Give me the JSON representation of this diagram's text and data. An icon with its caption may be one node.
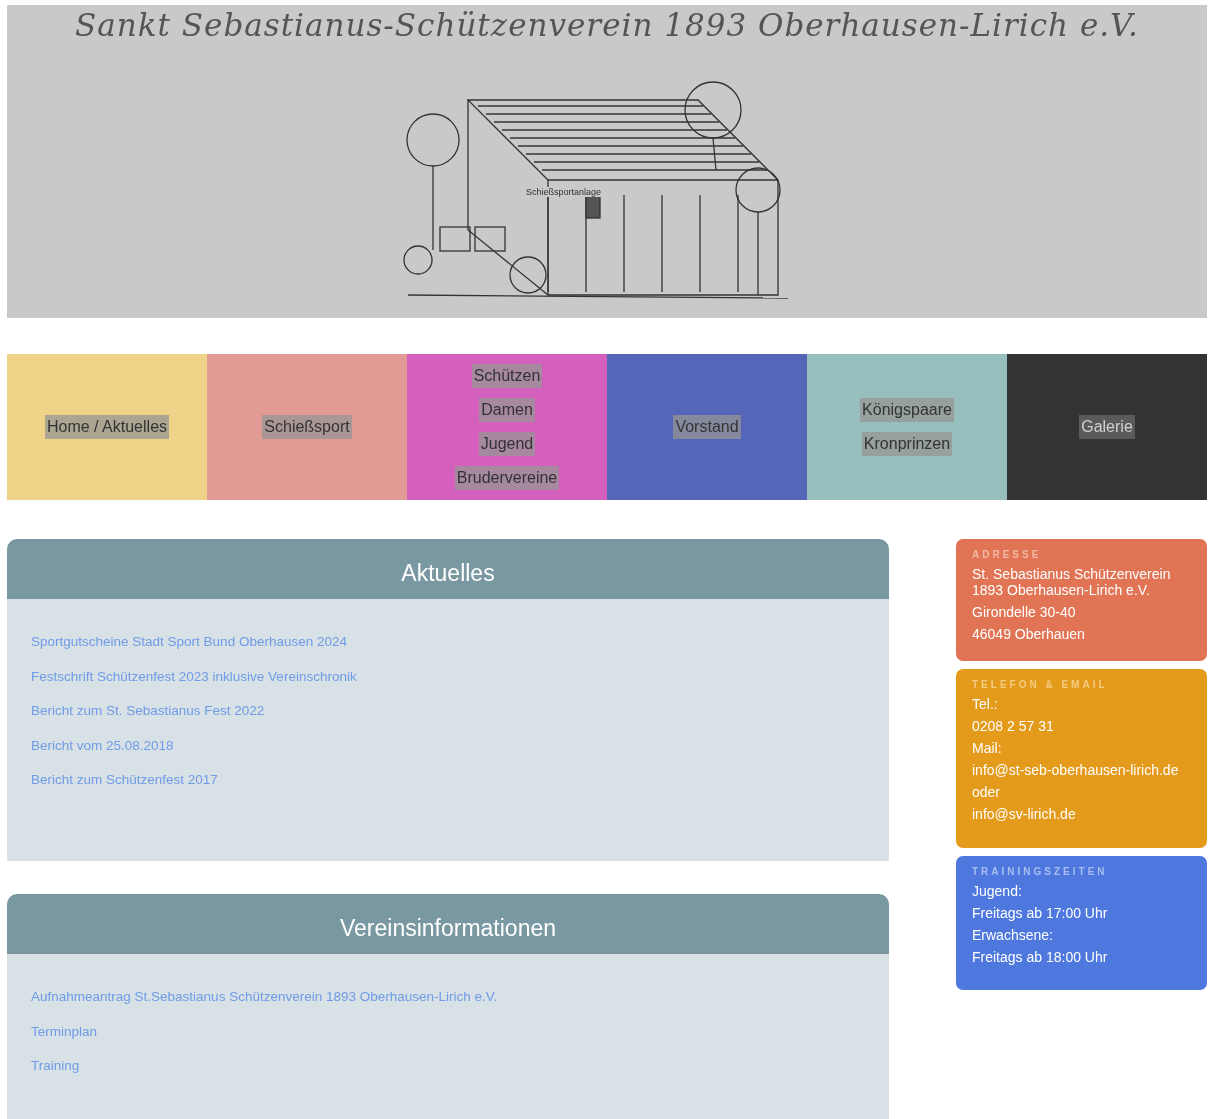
{
  "diagram": {
    "nodes": [
      {
        "text": [
          "Sankt Sebastianus-Schützenverein 1893 Oberhausen-Lirich e.V."
        ]
      },
      {
        "text": [
          "Schießsportanlage"
        ],
        "in": 0
      },
      {
        "text": [
          "Home / Aktuelles"
        ]
      },
      {
        "text": [
          "Schießsport"
        ]
      },
      {
        "text": [
          "Schützen",
          "Damen",
          "Jugend",
          "Brudervereine"
        ]
      },
      {
        "text": [
          "Vorstand"
        ]
      },
      {
        "text": [
          "Königspaare",
          "Kronprinzen"
        ]
      },
      {
        "text": [
          "Galerie"
        ]
      },
      {
        "text": [
          "Aktuelles",
          "Sportgutscheine Stadt Sport Bund Oberhausen 2024",
          "Festschrift Schützenfest 2023 inklusive Vereinschronik",
          "Bericht zum St. Sebastianus Fest 2022",
          "Bericht vom 25.08.2018",
          "Bericht zum Schützenfest 2017"
        ]
      },
      {
        "text": [
          "Vereinsinformationen",
          "Aufnahmeantrag St.Sebastianus Schützenverein 1893 Oberhausen-Lirich e.V.",
          "Terminplan",
          "Training"
        ]
      },
      {
        "text": [
          "ADRESSE",
          "St. Sebastianus Schützenverein 1893 Oberhausen-Lirich e.V.",
          "Girondelle 30-40",
          "46049 Oberhauen"
        ]
      },
      {
        "text": [
          "TELEFON & EMAIL",
          "Tel.:",
          "0208  2 57 31",
          "Mail:",
          "info@st-seb-oberhausen-lirich.de",
          "oder",
          "info@sv-lirich.de"
        ]
      },
      {
        "text": [
          "TRAININGSZEITEN",
          "Jugend:",
          "Freitags ab 17:00 Uhr",
          "Erwachsene:",
          "Freitags ab 18:00 Uhr"
        ]
      }
    ]
  }
}
